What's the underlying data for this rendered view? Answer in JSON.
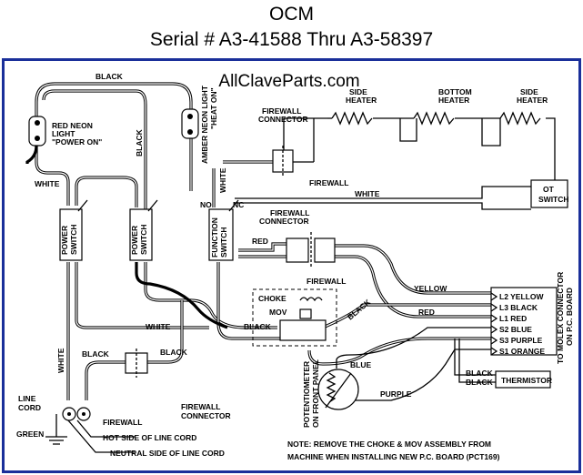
{
  "header": {
    "title": "OCM",
    "serial": "Serial # A3-41588 Thru A3-58397"
  },
  "diagram": {
    "watermark": "AllClaveParts.com",
    "labels": {
      "black_top": "BLACK",
      "red_neon_1": "RED NEON",
      "red_neon_2": "LIGHT",
      "red_neon_3": "\"POWER ON\"",
      "amber_neon_1": "AMBER NEON LIGHT",
      "amber_neon_2": "\"HEAT ON\"",
      "black_vert": "BLACK",
      "white_left": "WHITE",
      "white_mid": "WHITE",
      "firewall_conn_top_1": "FIREWALL",
      "firewall_conn_top_2": "CONNECTOR",
      "side_heater_l_1": "SIDE",
      "side_heater_l_2": "HEATER",
      "bottom_heater_1": "BOTTOM",
      "bottom_heater_2": "HEATER",
      "side_heater_r_1": "SIDE",
      "side_heater_r_2": "HEATER",
      "firewall_top": "FIREWALL",
      "white_ot": "WHITE",
      "ot_switch_1": "OT",
      "ot_switch_2": "SWITCH",
      "no": "NO",
      "nc": "NC",
      "firewall_conn_mid_1": "FIREWALL",
      "firewall_conn_mid_2": "CONNECTOR",
      "power_switch_1": "POWER",
      "power_switch_2": "SWITCH",
      "function_switch_1": "FUNCTION",
      "function_switch_2": "SWITCH",
      "red_mid": "RED",
      "firewall_mid": "FIREWALL",
      "yellow": "YELLOW",
      "choke": "CHOKE",
      "mov": "MOV",
      "black_choke": "BLACK",
      "black_diag": "BLACK",
      "red_right": "RED",
      "white_lower": "WHITE",
      "white_vert": "WHITE",
      "black_bl": "BLACK",
      "black_bm": "BLACK",
      "line_cord_1": "LINE",
      "line_cord_2": "CORD",
      "green": "GREEN",
      "firewall_bottom": "FIREWALL",
      "firewall_conn_bot_1": "FIREWALL",
      "firewall_conn_bot_2": "CONNECTOR",
      "hot_side": "HOT SIDE OF LINE CORD",
      "neutral_side": "NEUTRAL SIDE OF LINE CORD",
      "blue": "BLUE",
      "purple": "PURPLE",
      "pot_1": "POTENTIOMETER",
      "pot_2": "ON FRONT PANEL",
      "black_th_1": "BLACK",
      "black_th_2": "BLACK",
      "thermistor": "THERMISTOR",
      "molex_1": "TO MOLEX CONNECTOR",
      "molex_2": "ON P.C. BOARD",
      "note_1": "NOTE: REMOVE THE CHOKE & MOV ASSEMBLY FROM",
      "note_2": "MACHINE WHEN INSTALLING NEW P.C. BOARD (PCT169)"
    },
    "molex_pins": [
      "L2 YELLOW",
      "L3 BLACK",
      "L1 RED",
      "S2 BLUE",
      "S3 PURPLE",
      "S1 ORANGE"
    ]
  }
}
